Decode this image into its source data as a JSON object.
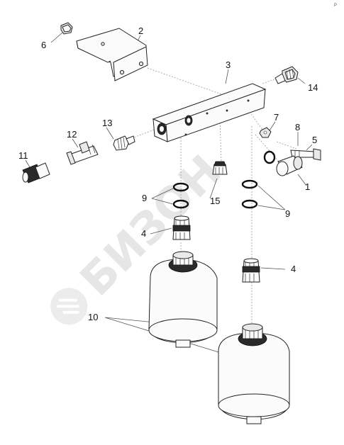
{
  "diagram": {
    "corner_mark": "P",
    "watermark_text": "БИЗОН",
    "labels": {
      "l1": "1",
      "l2": "2",
      "l3": "3",
      "l4a": "4",
      "l4b": "4",
      "l5": "5",
      "l6": "6",
      "l7": "7",
      "l8": "8",
      "l9a": "9",
      "l9b": "9",
      "l10": "10",
      "l11": "11",
      "l12": "12",
      "l13": "13",
      "l14": "14",
      "l15": "15"
    }
  }
}
